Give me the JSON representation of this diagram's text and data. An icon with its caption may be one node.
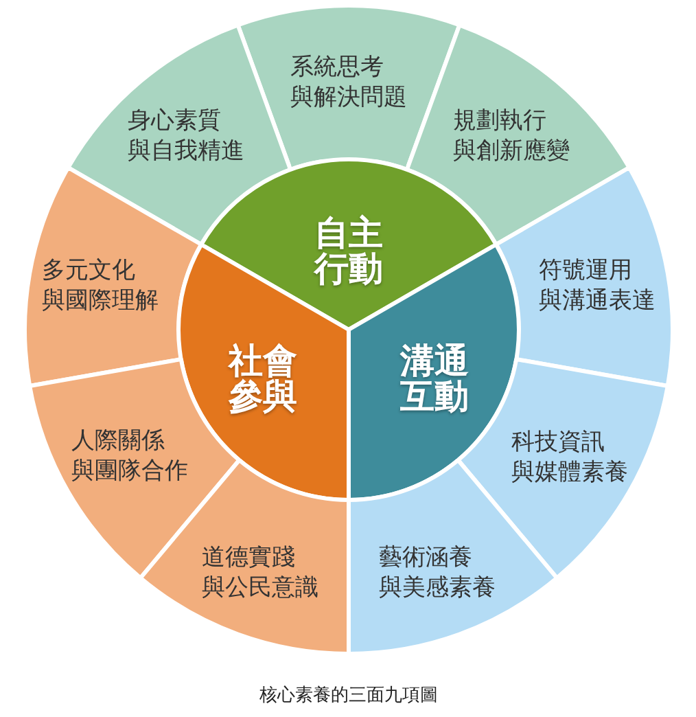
{
  "diagram": {
    "caption": "核心素養的三面九項圖",
    "nodes": [
      {
        "text": [
          "系統思考與解決問題"
        ]
      },
      {
        "text": [
          "身心素質與自我精進"
        ]
      },
      {
        "text": [
          "規劃執行與創新應變"
        ]
      },
      {
        "text": [
          "自主行動"
        ]
      },
      {
        "text": [
          "多元文化與國際理解"
        ]
      },
      {
        "text": [
          "符號運用與溝通表達"
        ]
      },
      {
        "text": [
          "社會參與"
        ]
      },
      {
        "text": [
          "溝通互動"
        ]
      },
      {
        "text": [
          "人際關係與團隊合作"
        ]
      },
      {
        "text": [
          "科技資訊與媒體素養"
        ]
      },
      {
        "text": [
          "道德實踐與公民意識"
        ]
      },
      {
        "text": [
          "藝術涵養與美感素養"
        ]
      }
    ]
  }
}
